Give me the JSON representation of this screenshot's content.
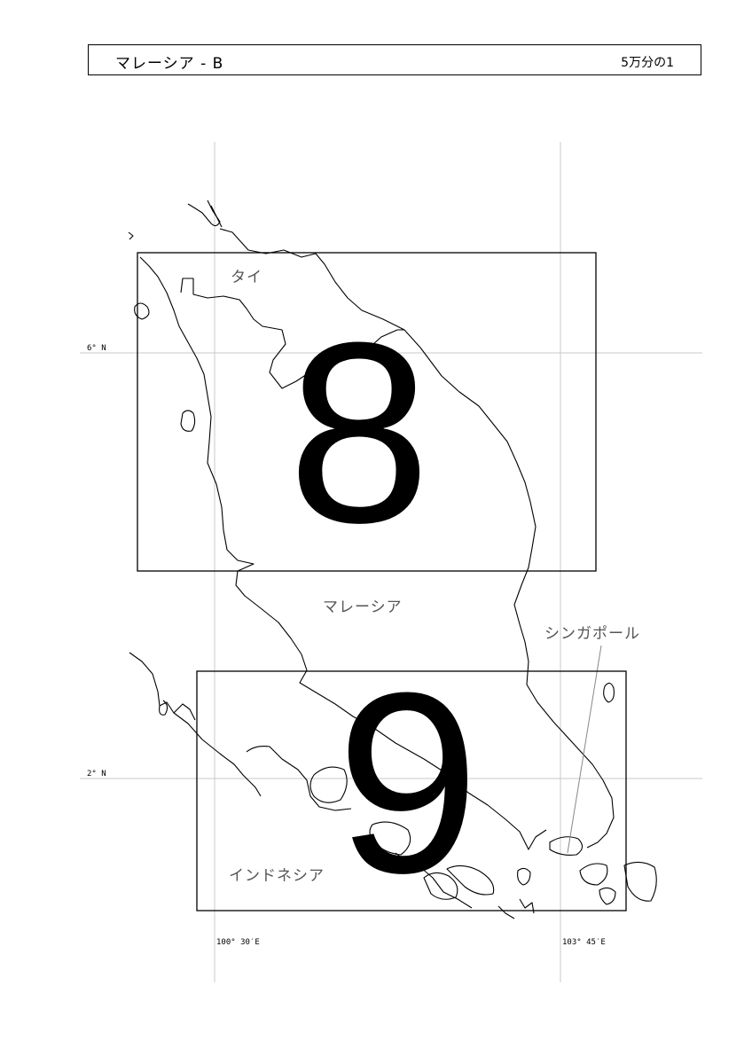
{
  "header": {
    "title": "マレーシア  - B",
    "scale": "5万分の1"
  },
  "map": {
    "sheets": [
      {
        "number": "8"
      },
      {
        "number": "9"
      }
    ],
    "labels": {
      "thailand": "タイ",
      "malaysia": "マレーシア",
      "singapore": "シンガポール",
      "indonesia": "インドネシア"
    },
    "latitudes": [
      {
        "label": "6° N"
      },
      {
        "label": "2° N"
      }
    ],
    "longitudes": [
      {
        "label": "100° 30′E"
      },
      {
        "label": "103° 45′E"
      }
    ]
  }
}
